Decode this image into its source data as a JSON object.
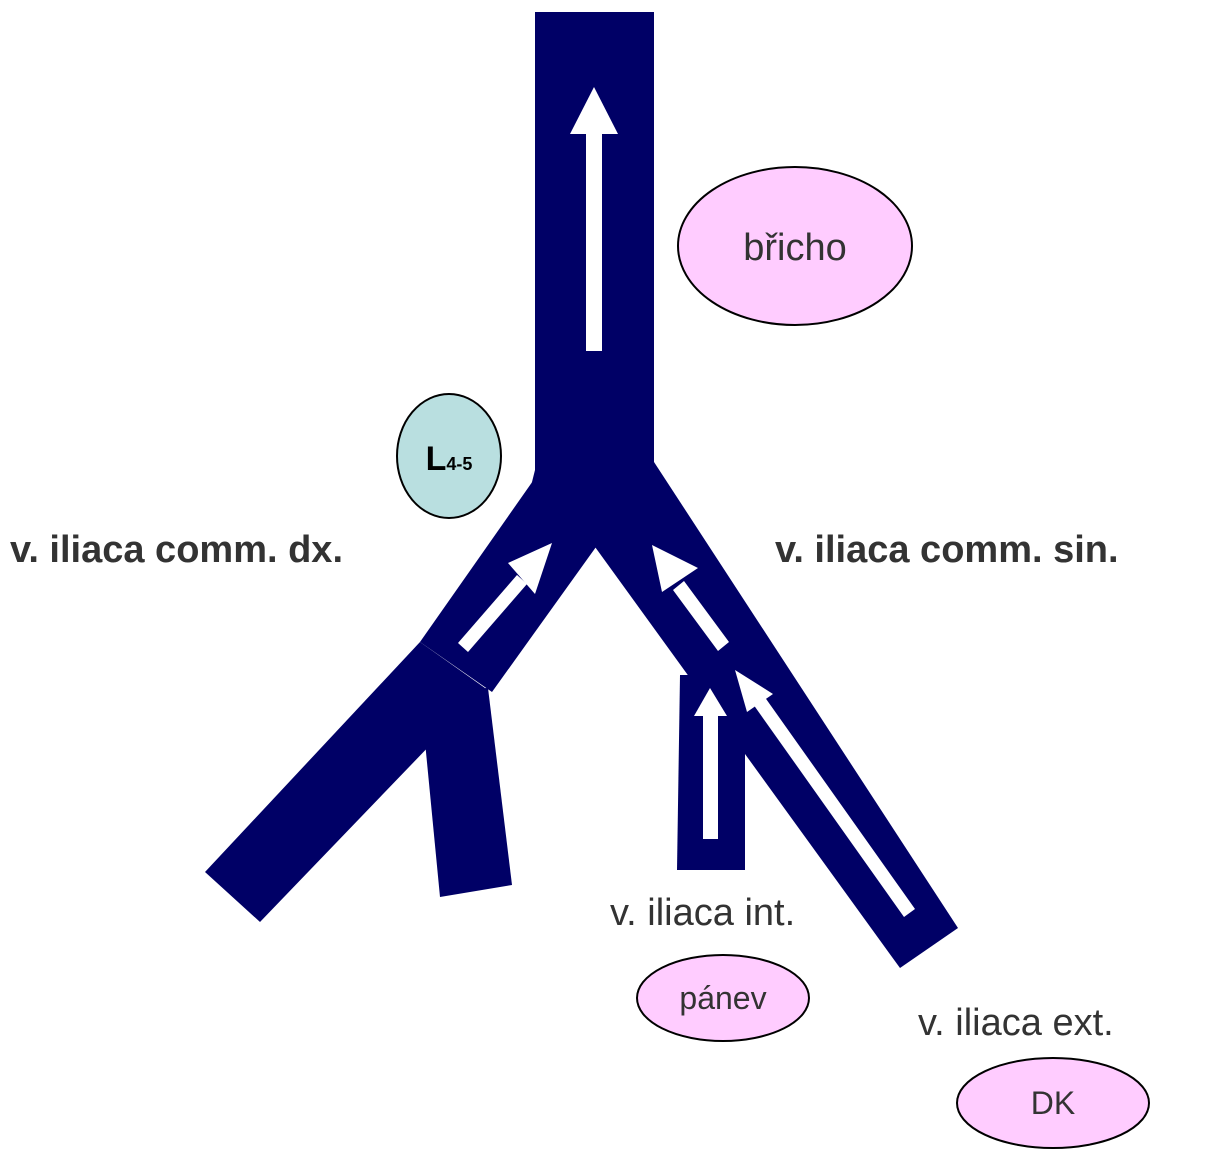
{
  "labels": {
    "left_common": "v. iliaca comm. dx.",
    "right_common": "v. iliaca comm. sin.",
    "internal": "v. iliaca int.",
    "external": "v. iliaca ext."
  },
  "regions": {
    "abdomen": "břicho",
    "pelvis": "pánev",
    "lower_limb": "DK"
  },
  "vertebra": {
    "letter": "L",
    "range": "4-5"
  },
  "colors": {
    "vein": "#000066",
    "arrow": "#ffffff",
    "region_fill": "#ffccff",
    "vertebra_fill": "#b9dfe0",
    "text": "#333333"
  }
}
